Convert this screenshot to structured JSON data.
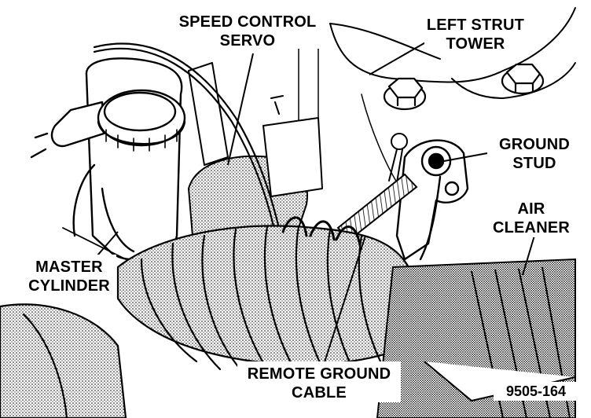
{
  "labels": {
    "speed_control_servo": [
      "SPEED CONTROL",
      "SERVO"
    ],
    "left_strut_tower": [
      "LEFT STRUT",
      "TOWER"
    ],
    "ground_stud": [
      "GROUND",
      "STUD"
    ],
    "air_cleaner": [
      "AIR",
      "CLEANER"
    ],
    "master_cylinder": [
      "MASTER",
      "CYLINDER"
    ],
    "remote_ground_cable": [
      "REMOTE GROUND",
      "CABLE"
    ]
  },
  "figure_number": "9505-164",
  "colors": {
    "ink": "#000000",
    "paper": "#ffffff"
  }
}
